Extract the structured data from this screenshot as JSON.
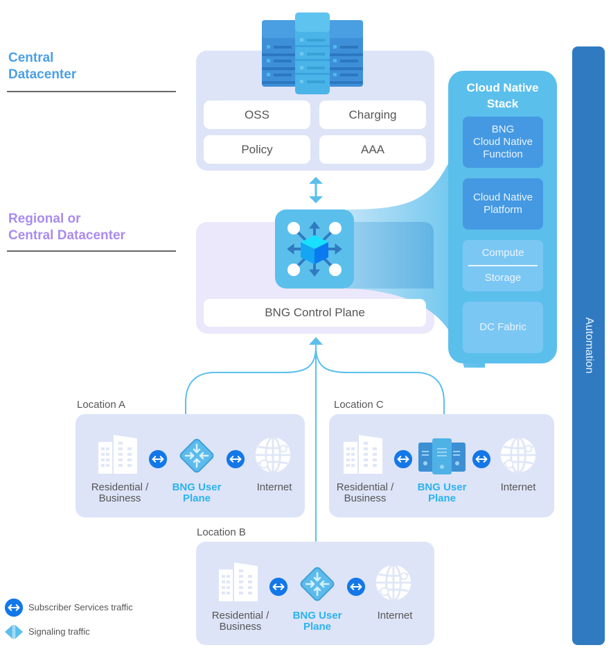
{
  "sections": {
    "central": {
      "title_line1": "Central",
      "title_line2": "Datacenter",
      "color": "#4a9fe8"
    },
    "regional": {
      "title_line1": "Regional or",
      "title_line2": "Central Datacenter",
      "color": "#a98bef"
    }
  },
  "central_datacenter": {
    "services": [
      "OSS",
      "Charging",
      "Policy",
      "AAA"
    ]
  },
  "control_plane": {
    "label": "BNG Control Plane"
  },
  "cloud_native_stack": {
    "title_line1": "Cloud Native",
    "title_line2": "Stack",
    "layers": [
      {
        "lines": [
          "BNG",
          "Cloud Native",
          "Function"
        ]
      },
      {
        "lines": [
          "Cloud Native",
          "Platform"
        ]
      },
      {
        "lines": [
          "Compute",
          "Storage"
        ]
      },
      {
        "lines": [
          "DC Fabric"
        ]
      }
    ]
  },
  "automation": {
    "label": "Automation",
    "color": "#2f7ac0"
  },
  "locations": [
    {
      "name": "Location A",
      "residential_l1": "Residential /",
      "residential_l2": "Business",
      "bng_l1": "BNG User",
      "bng_l2": "Plane",
      "internet": "Internet",
      "bng_icon": "diamond-router-icon"
    },
    {
      "name": "Location C",
      "residential_l1": "Residential /",
      "residential_l2": "Business",
      "bng_l1": "BNG User",
      "bng_l2": "Plane",
      "internet": "Internet",
      "bng_icon": "server-rack-icon"
    },
    {
      "name": "Location B",
      "residential_l1": "Residential /",
      "residential_l2": "Business",
      "bng_l1": "BNG User",
      "bng_l2": "Plane",
      "internet": "Internet",
      "bng_icon": "diamond-router-icon"
    }
  ],
  "legend": {
    "subscriber": "Subscriber Services traffic",
    "signaling": "Signaling traffic"
  }
}
